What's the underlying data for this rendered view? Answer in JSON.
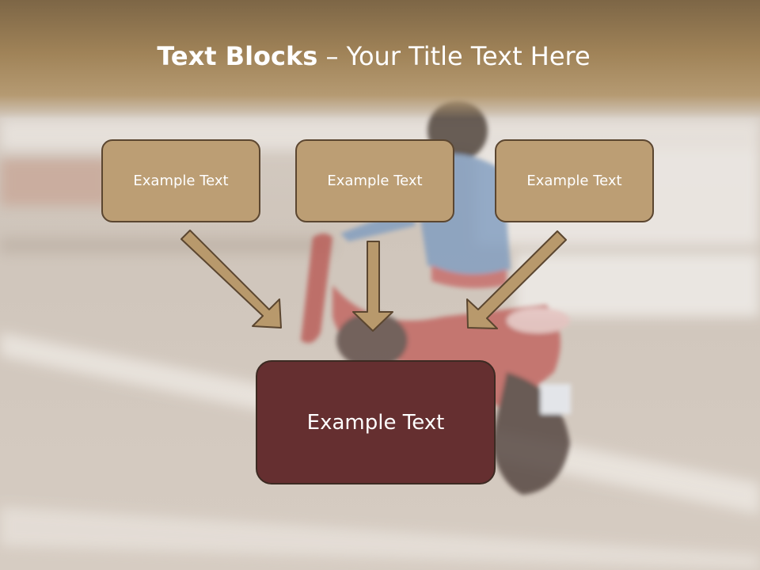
{
  "slide": {
    "title_bold": "Text Blocks",
    "title_rest": " – Your Title Text Here",
    "blocks": [
      {
        "label": "Example Text"
      },
      {
        "label": "Example Text"
      },
      {
        "label": "Example Text"
      }
    ],
    "target_block": {
      "label": "Example Text"
    }
  },
  "colors": {
    "header": "#a08358",
    "box_fill": "#bc9e74",
    "box_border": "#5b4630",
    "target_fill": "#652f30",
    "arrow_fill": "#b8996c",
    "title_text": "#ffffff"
  }
}
